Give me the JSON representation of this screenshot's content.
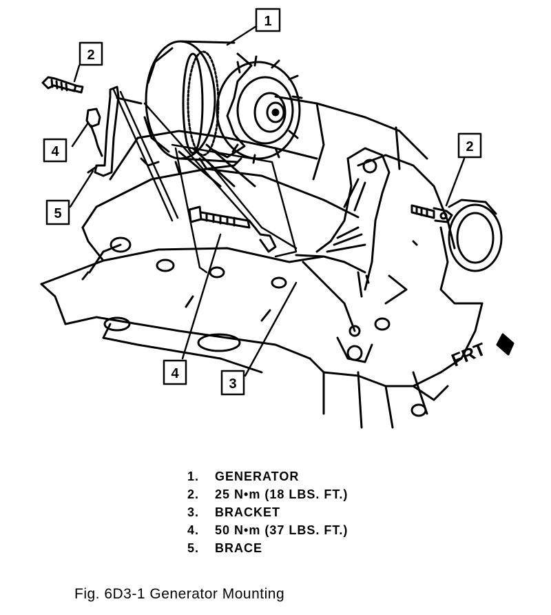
{
  "callouts": {
    "c1": "1",
    "c2_left": "2",
    "c2_right": "2",
    "c3": "3",
    "c4_left": "4",
    "c4_bottom": "4",
    "c5": "5"
  },
  "direction_label": "FRT",
  "legend": [
    {
      "num": "1.",
      "text": "GENERATOR"
    },
    {
      "num": "2.",
      "text": "25 N•m (18 LBS. FT.)"
    },
    {
      "num": "3.",
      "text": "BRACKET"
    },
    {
      "num": "4.",
      "text": "50 N•m (37 LBS. FT.)"
    },
    {
      "num": "5.",
      "text": "BRACE"
    }
  ],
  "caption": "Fig. 6D3-1 Generator Mounting"
}
